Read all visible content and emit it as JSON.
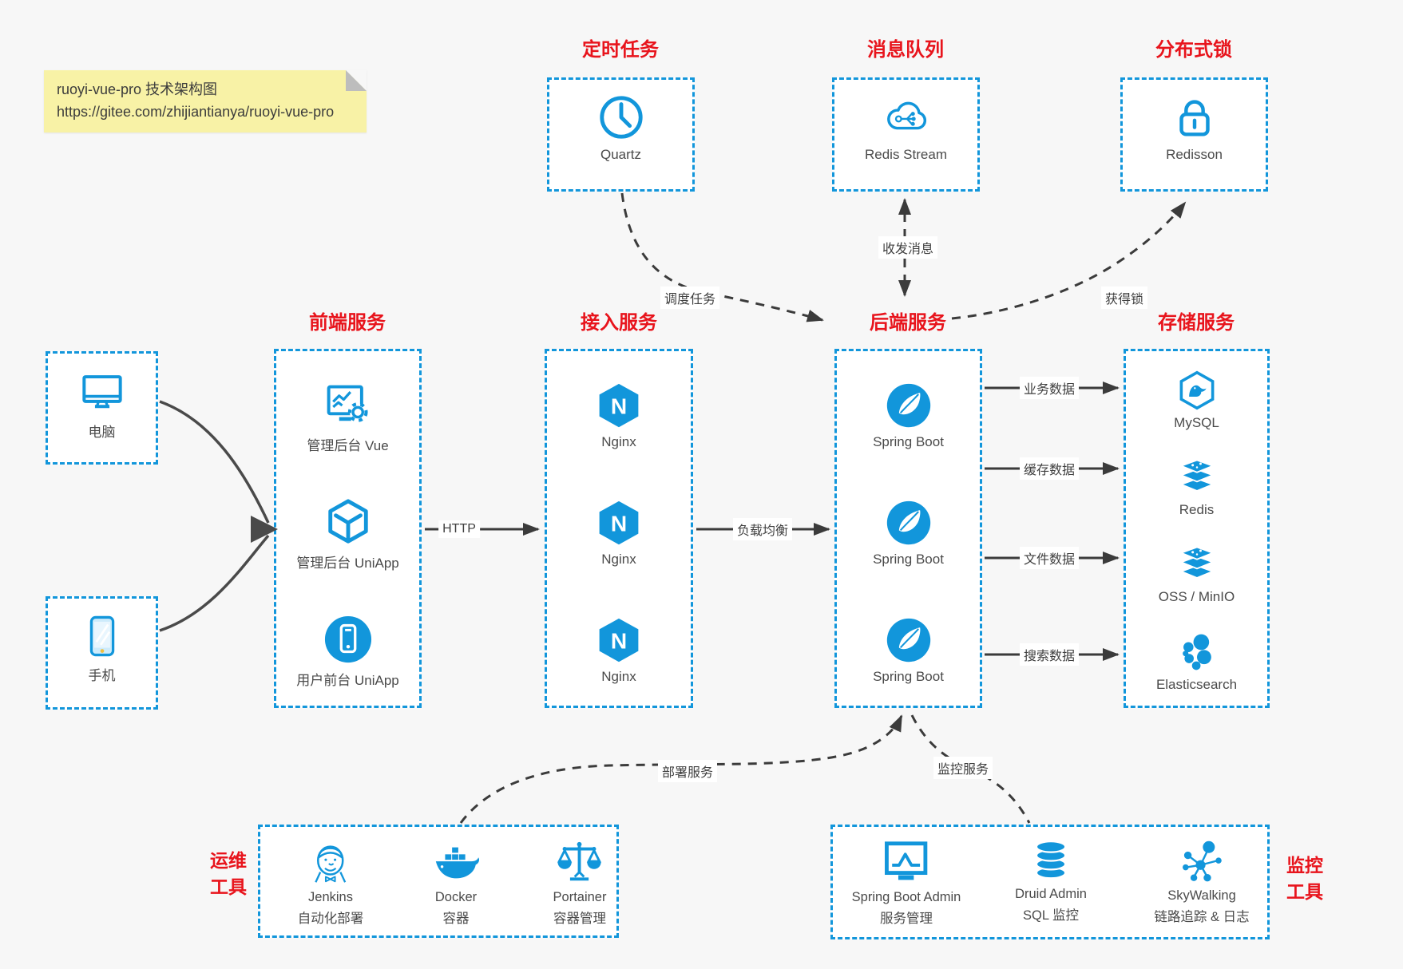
{
  "colors": {
    "blue": "#1296db",
    "red": "#e8141c",
    "arrow": "#3b3b3b",
    "label": "#4a4a4a",
    "note_bg": "#f8f2a6",
    "page_bg": "#f7f7f7"
  },
  "note": {
    "line1": "ruoyi-vue-pro 技术架构图",
    "line2": "https://gitee.com/zhijiantianya/ruoyi-vue-pro"
  },
  "top": {
    "scheduler": {
      "title": "定时任务",
      "item": {
        "label": "Quartz",
        "icon": "clock-icon"
      }
    },
    "mq": {
      "title": "消息队列",
      "item": {
        "label": "Redis Stream",
        "icon": "cloud-share-icon"
      }
    },
    "lock": {
      "title": "分布式锁",
      "item": {
        "label": "Redisson",
        "icon": "lock-icon"
      }
    }
  },
  "clients": {
    "pc": {
      "label": "电脑",
      "icon": "desktop-icon"
    },
    "mobile": {
      "label": "手机",
      "icon": "smartphone-icon"
    }
  },
  "frontend": {
    "title": "前端服务",
    "items": [
      {
        "label": "管理后台 Vue",
        "icon": "admin-vue-icon"
      },
      {
        "label": "管理后台 UniApp",
        "icon": "uniapp-cube-icon"
      },
      {
        "label": "用户前台 UniApp",
        "icon": "user-app-icon"
      }
    ]
  },
  "gateway": {
    "title": "接入服务",
    "icon_letter": "N",
    "items": [
      {
        "label": "Nginx",
        "icon": "nginx-icon"
      },
      {
        "label": "Nginx",
        "icon": "nginx-icon"
      },
      {
        "label": "Nginx",
        "icon": "nginx-icon"
      }
    ]
  },
  "backend": {
    "title": "后端服务",
    "items": [
      {
        "label": "Spring Boot",
        "icon": "spring-icon"
      },
      {
        "label": "Spring Boot",
        "icon": "spring-icon"
      },
      {
        "label": "Spring Boot",
        "icon": "spring-icon"
      }
    ]
  },
  "storage": {
    "title": "存储服务",
    "items": [
      {
        "label": "MySQL",
        "icon": "mysql-icon"
      },
      {
        "label": "Redis",
        "icon": "redis-icon"
      },
      {
        "label": "OSS / MinIO",
        "icon": "oss-icon"
      },
      {
        "label": "Elasticsearch",
        "icon": "elasticsearch-icon"
      }
    ]
  },
  "devops": {
    "title_line1": "运维",
    "title_line2": "工具",
    "items": [
      {
        "name": "Jenkins",
        "desc": "自动化部署",
        "icon": "jenkins-icon"
      },
      {
        "name": "Docker",
        "desc": "容器",
        "icon": "docker-icon"
      },
      {
        "name": "Portainer",
        "desc": "容器管理",
        "icon": "portainer-icon"
      }
    ]
  },
  "monitoring": {
    "title_line1": "监控",
    "title_line2": "工具",
    "items": [
      {
        "name": "Spring Boot Admin",
        "desc": "服务管理",
        "icon": "monitor-chart-icon"
      },
      {
        "name": "Druid Admin",
        "desc": "SQL 监控",
        "icon": "database-icon"
      },
      {
        "name": "SkyWalking",
        "desc": "链路追踪 & 日志",
        "icon": "topology-icon"
      }
    ]
  },
  "edges": {
    "http": "HTTP",
    "load_balance": "负载均衡",
    "schedule": "调度任务",
    "message": "收发消息",
    "acquire_lock": "获得锁",
    "business_data": "业务数据",
    "cache_data": "缓存数据",
    "file_data": "文件数据",
    "search_data": "搜索数据",
    "deploy": "部署服务",
    "monitor": "监控服务"
  }
}
